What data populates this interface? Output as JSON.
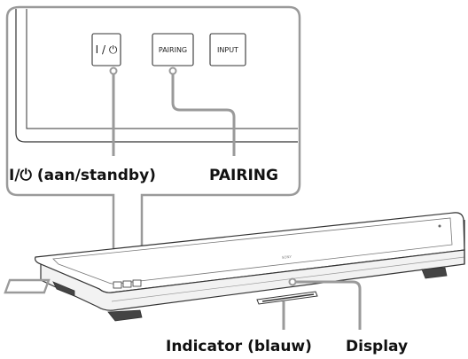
{
  "callout": {
    "buttons": {
      "power_label": "I / ⏻",
      "pairing_label": "PAIRING",
      "input_label": "INPUT"
    }
  },
  "labels": {
    "power": "I/⏻ (aan/standby)",
    "pairing": "PAIRING",
    "indicator": "Indicator (blauw)",
    "display": "Display"
  },
  "device": {
    "brand": "SONY"
  }
}
